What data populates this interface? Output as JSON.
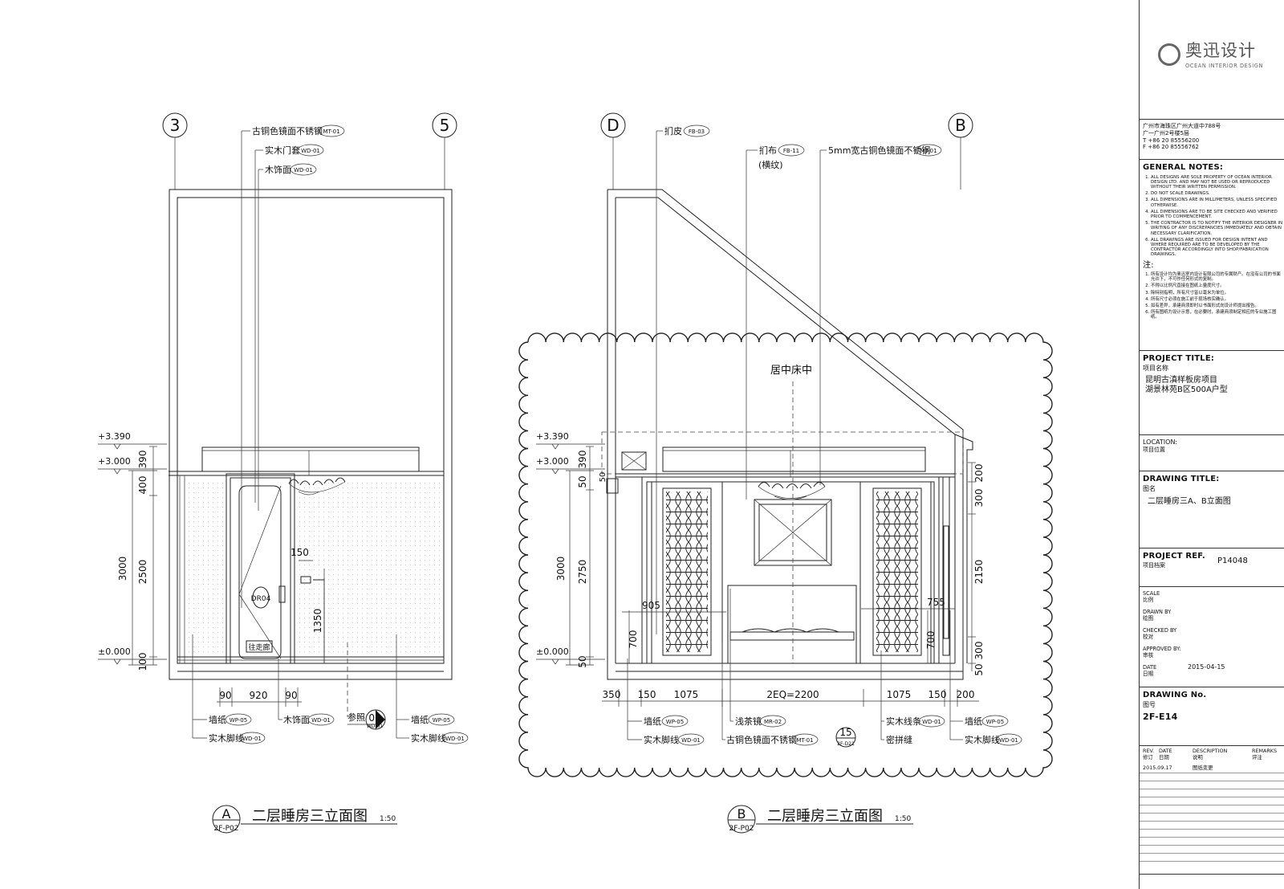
{
  "drawing_a": {
    "grid_left": "3",
    "grid_right": "5",
    "callouts_top": [
      {
        "text": "古铜色镜面不锈钢",
        "tag": "MT-01"
      },
      {
        "text": "实木门套",
        "tag": "WD-01"
      },
      {
        "text": "木饰面",
        "tag": "WD-01"
      }
    ],
    "levels": [
      "+3.390",
      "+3.000",
      "±0.000"
    ],
    "dims_vertical": [
      "390",
      "400",
      "2500",
      "100",
      "3000",
      "1350"
    ],
    "dim_150": "150",
    "dims_bottom": [
      "90",
      "920",
      "90"
    ],
    "door_tag": "DR04",
    "door_label": "往走廊",
    "callouts_bottom": [
      {
        "text": "墙纸",
        "tag": "WP-05"
      },
      {
        "text": "实木脚线",
        "tag": "WD-01"
      },
      {
        "text": "木饰面",
        "tag": "WD-01"
      },
      {
        "text": "墙纸",
        "tag": "WP-05"
      },
      {
        "text": "实木脚线",
        "tag": "WD-01"
      }
    ],
    "ref_label": "参照",
    "ref_num": "06",
    "ref_sheet": "WD-01",
    "title_letter": "A",
    "title_sheet": "2F-P02",
    "title": "二层睡房三立面图",
    "scale": "1:50"
  },
  "drawing_b": {
    "grid_left": "D",
    "grid_right": "B",
    "callouts_top": [
      {
        "text": "扪皮",
        "tag": "FB-03"
      },
      {
        "text": "扪布",
        "tag": "FB-11"
      },
      {
        "text": "(横纹)",
        "tag": ""
      },
      {
        "text": "5mm宽古铜色镜面不锈钢",
        "tag": "MT-01"
      }
    ],
    "center_note": "居中床中",
    "levels": [
      "+3.390",
      "+3.000",
      "±0.000"
    ],
    "dims_left": [
      "390",
      "50",
      "50",
      "3000",
      "2750",
      "700",
      "50"
    ],
    "dims_right": [
      "200",
      "300",
      "2150",
      "700",
      "300",
      "50"
    ],
    "dim_905": "905",
    "dim_755": "755",
    "dims_bottom": [
      "350",
      "150",
      "1075",
      "2EQ=2200",
      "1075",
      "150",
      "200"
    ],
    "callouts_bottom": [
      {
        "text": "墙纸",
        "tag": "WP-05"
      },
      {
        "text": "实木脚线",
        "tag": "WD-01"
      },
      {
        "text": "浅茶镜",
        "tag": "MR-02"
      },
      {
        "text": "古铜色镜面不锈钢",
        "tag": "MT-01"
      },
      {
        "text": "实木线条",
        "tag": "WD-01"
      },
      {
        "text": "密拼缝",
        "tag": ""
      },
      {
        "text": "墙纸",
        "tag": "WP-05"
      },
      {
        "text": "实木脚线",
        "tag": "WD-01"
      }
    ],
    "ref_num": "15",
    "ref_sheet": "2F-D21",
    "title_letter": "B",
    "title_sheet": "2F-P02",
    "title": "二层睡房三立面图",
    "scale": "1:50"
  },
  "title_block": {
    "logo_cn": "奥迅设计",
    "logo_en": "OCEAN INTERIOR DESIGN",
    "address": [
      "广州市海珠区广州大道中788号",
      "广一广州2号楼5层",
      "T +86 20 85556200",
      "F +86 20 85556762"
    ],
    "general_notes_heading": "GENERAL NOTES:",
    "general_notes": [
      "ALL DESIGNS ARE SOLE PROPERTY OF OCEAN INTERIOR DESIGN LTD. AND MAY NOT BE USED OR REPRODUCED WITHOUT THEIR WRITTEN PERMISSION.",
      "DO NOT SCALE DRAWINGS.",
      "ALL DIMENSIONS ARE IN MILLIMETERS, UNLESS SPECIFIED OTHERWISE.",
      "ALL DIMENSIONS ARE TO BE SITE CHECKED AND VERIFIED PRIOR TO COMMENCEMENT.",
      "THE CONTRACTOR IS TO NOTIFY THE INTERIOR DESIGNER IN WRITING OF ANY DISCREPANCIES IMMEDIATELY AND OBTAIN NECESSARY CLARIFICATION.",
      "ALL DRAWINGS ARE ISSUED FOR DESIGN INTENT AND WHERE REQUIRED ARE TO BE DEVELOPED BY THE CONTRACTOR ACCORDINGLY INTO SHOP/FABRICATION DRAWINGS."
    ],
    "cn_notes_heading": "注:",
    "cn_notes": [
      "所有设计均为奥迅室内设计有限公司的专属财产。在没有公司的书面允许下，不可作任何形式的复制。",
      "不得以比例尺直接在图纸上量度尺寸。",
      "除特别指明，所有尺寸皆以毫米为单位。",
      "所有尺寸必须在施工前于现场核实确认。",
      "如有差异，承建商须即时以书面形式向设计师提出报告。",
      "所有图纸为设计示意，在必要时，承建商须制定相应的专业施工图纸。"
    ],
    "project_title_heading": "PROJECT TITLE:",
    "project_title_cn": "项目名称",
    "project_title": [
      "昆明古滇样板房项目",
      "湖景林苑B区500A户型"
    ],
    "location_heading": "LOCATION:",
    "location_cn": "项目位置",
    "drawing_title_heading": "DRAWING  TITLE:",
    "drawing_title_cn": "图名",
    "drawing_title": "二层睡房三A、B立面图",
    "project_ref_heading": "PROJECT REF.",
    "project_ref_cn": "项目档案",
    "project_ref": "P14048",
    "scale_label": "SCALE",
    "scale_cn": "比例",
    "drawn_by_label": "DRAWN BY",
    "drawn_by_cn": "绘图",
    "checked_by_label": "CHECKED BY",
    "checked_by_cn": "校对",
    "approved_by_label": "APPROVED BY:",
    "approved_by_cn": "审核",
    "date_label": "DATE",
    "date_cn": "日期",
    "date": "2015-04-15",
    "drawing_no_heading": "DRAWING No.",
    "drawing_no_cn": "图号",
    "drawing_no": "2F-E14",
    "rev_headers": {
      "rev": "REV.",
      "rev_cn": "修订",
      "date": "DATE",
      "date_cn": "日期",
      "desc": "DESCRIPTION",
      "desc_cn": "说明",
      "remarks": "REMARKS",
      "remarks_cn": "评注"
    },
    "rev_rows": [
      {
        "date": "2015.09.17",
        "desc": "图纸变更"
      }
    ]
  }
}
